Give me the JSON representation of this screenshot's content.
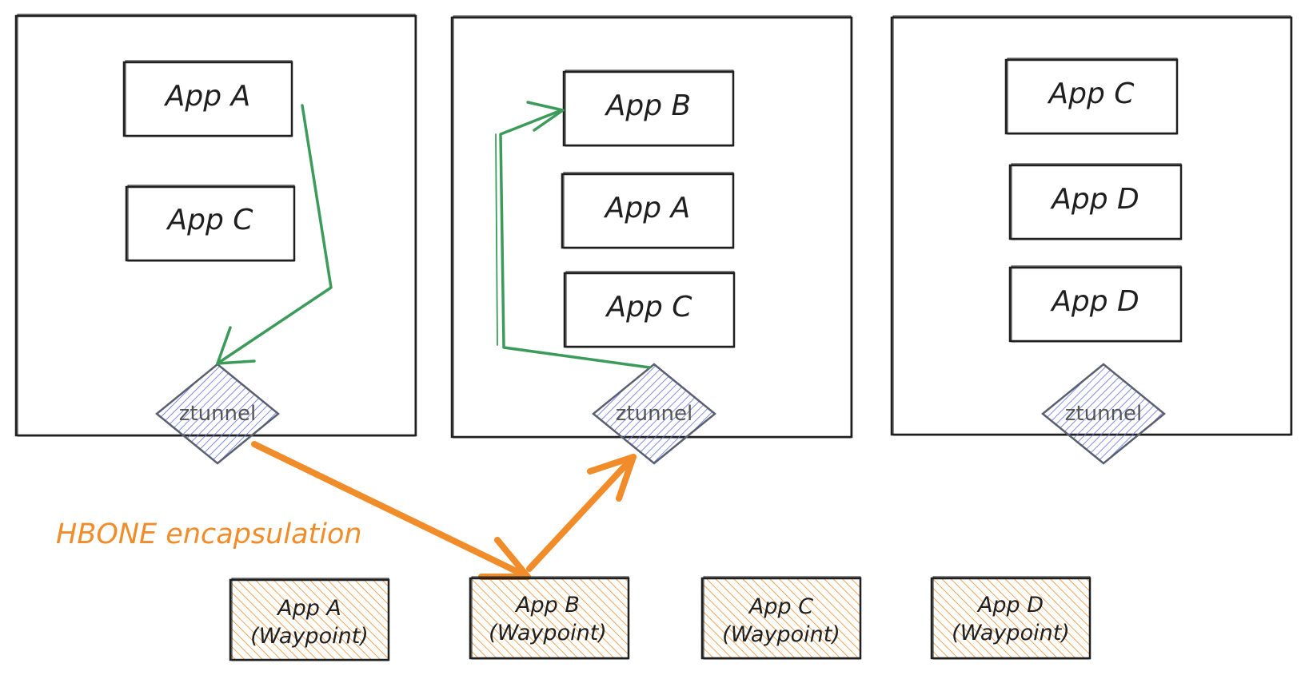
{
  "nodes": [
    {
      "apps": [
        "App A",
        "App C"
      ],
      "ztunnel": "ztunnel"
    },
    {
      "apps": [
        "App B",
        "App A",
        "App C"
      ],
      "ztunnel": "ztunnel"
    },
    {
      "apps": [
        "App C",
        "App D",
        "App D"
      ],
      "ztunnel": "ztunnel"
    }
  ],
  "waypoints": [
    {
      "app": "App A",
      "suffix": "(Waypoint)"
    },
    {
      "app": "App B",
      "suffix": "(Waypoint)"
    },
    {
      "app": "App C",
      "suffix": "(Waypoint)"
    },
    {
      "app": "App D",
      "suffix": "(Waypoint)"
    }
  ],
  "hbone_label": "HBONE encapsulation",
  "colors": {
    "stroke": "#1f1f1f",
    "traffic_arrow": "#3c9a5a",
    "hbone": "#f08c2a",
    "ztunnel_fill": "#5b73e8",
    "ztunnel_stroke": "#5a6070",
    "waypoint_hatch": "#f08c2a"
  }
}
